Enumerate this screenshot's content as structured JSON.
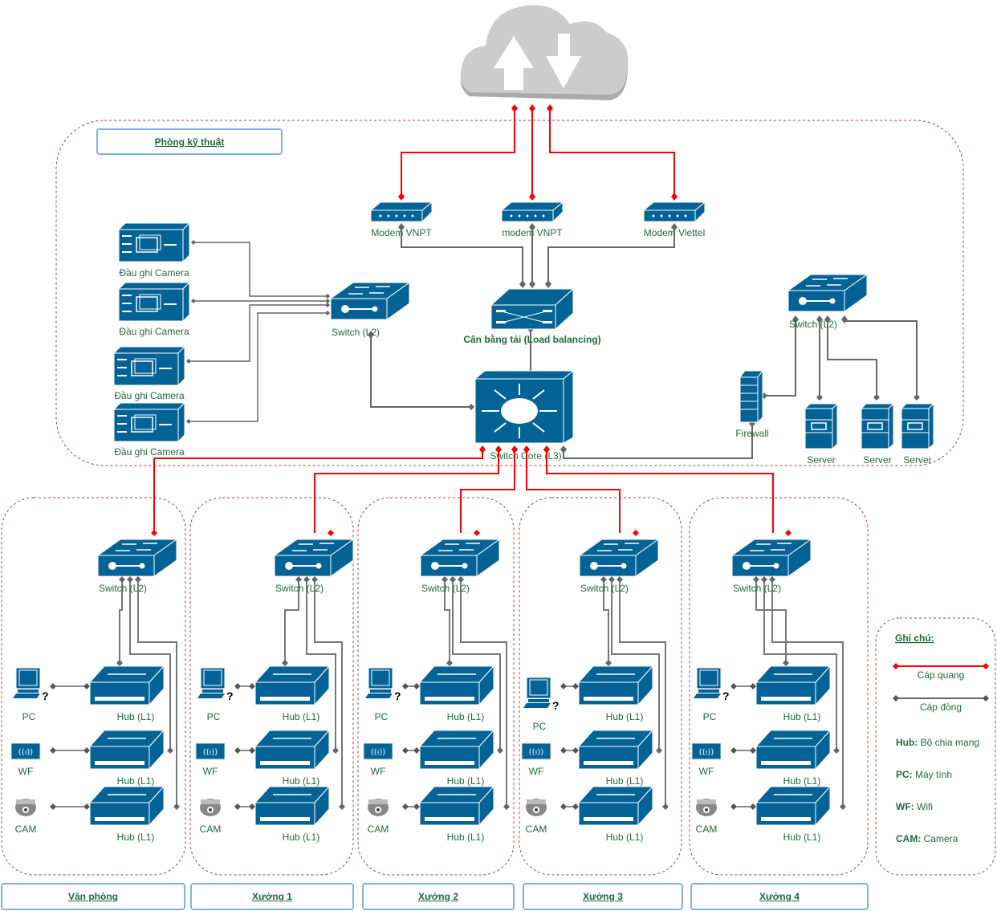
{
  "colors": {
    "device": "#036397",
    "fiber": "#ff0000",
    "copper": "#666666",
    "label": "#1e6b3a",
    "zone_border": "#a0404a",
    "title_border": "#7fb0ec",
    "cloud": "#cccccc"
  },
  "cloud": {
    "icon": "cloud-upload-download-icon"
  },
  "tech_room": {
    "title": "Phòng kỹ thuật",
    "modems": [
      {
        "label": "Modem VNPT"
      },
      {
        "label": "modem VNPT"
      },
      {
        "label": "Modem Viettel"
      }
    ],
    "load_balancer": {
      "label": "Cân bằng tải (Load balancing)"
    },
    "core_switch": {
      "label": "Switch Core (L3)"
    },
    "camera_switch": {
      "label": "Switch (L2)"
    },
    "recorders": [
      {
        "label": "Đầu ghi Camera"
      },
      {
        "label": "Đầu ghi Camera"
      },
      {
        "label": "Đầu ghi Camera"
      },
      {
        "label": "Đầu ghi Camera"
      }
    ],
    "server_switch": {
      "label": "Switch (L2)"
    },
    "firewall": {
      "label": "Firewall"
    },
    "servers": [
      {
        "label": "Server"
      },
      {
        "label": "Server"
      },
      {
        "label": "Server"
      }
    ]
  },
  "zones": [
    {
      "title": "Văn phòng",
      "switch": "Switch (L2)",
      "hub": "Hub (L1)",
      "pc": "PC",
      "wf": "WF",
      "cam": "CAM"
    },
    {
      "title": "Xưởng 1",
      "switch": "Switch (L2)",
      "hub": "Hub (L1)",
      "pc": "PC",
      "wf": "WF",
      "cam": "CAM"
    },
    {
      "title": "Xưởng 2",
      "switch": "Switch (L2)",
      "hub": "Hub (L1)",
      "pc": "PC",
      "wf": "WF",
      "cam": "CAM"
    },
    {
      "title": "Xưởng 3",
      "switch": "Switch (L2)",
      "hub": "Hub (L1)",
      "pc": "PC",
      "wf": "WF",
      "cam": "CAM"
    },
    {
      "title": "Xưởng 4",
      "switch": "Switch (L2)",
      "hub": "Hub (L1)",
      "pc": "PC",
      "wf": "WF",
      "cam": "CAM"
    }
  ],
  "legend": {
    "title": "Ghi chú:",
    "fiber": "Cáp quang",
    "copper": "Cáp đồng",
    "items": [
      {
        "key": "Hub:",
        "value": " Bộ chia mạng"
      },
      {
        "key": "PC:",
        "value": " Máy tính"
      },
      {
        "key": "WF:",
        "value": " Wifi"
      },
      {
        "key": "CAM:",
        "value": " Camera"
      }
    ]
  }
}
